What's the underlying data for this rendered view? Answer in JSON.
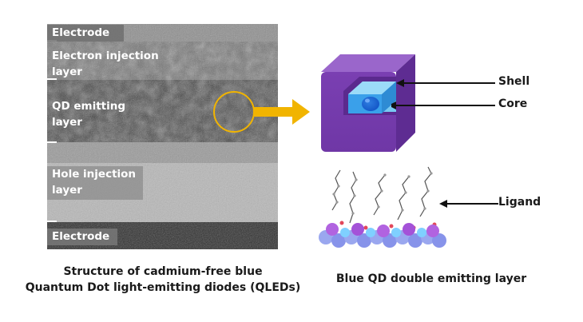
{
  "tem_image": {
    "layers": [
      {
        "id": "electrode-top",
        "label": "Electrode"
      },
      {
        "id": "electron-injection",
        "label_lines": [
          "Electron injection",
          "layer"
        ]
      },
      {
        "id": "qd-emitting",
        "label_lines": [
          "QD emitting",
          "layer"
        ]
      },
      {
        "id": "hole-injection",
        "label_lines": [
          "Hole injection",
          "layer"
        ]
      },
      {
        "id": "electrode-bottom",
        "label": "Electrode"
      }
    ]
  },
  "qd_structure": {
    "callouts": {
      "shell": "Shell",
      "core": "Core",
      "ligand": "Ligand"
    }
  },
  "captions": {
    "left_line1": "Structure of cadmium-free blue",
    "left_line2": "Quantum Dot light-emitting diodes (QLEDs)",
    "right": "Blue QD double emitting layer"
  },
  "colors": {
    "highlight": "#f1b400",
    "shell": "#7b3db0",
    "core": "#3aa0ea",
    "label_box": "#6e6e6e"
  }
}
